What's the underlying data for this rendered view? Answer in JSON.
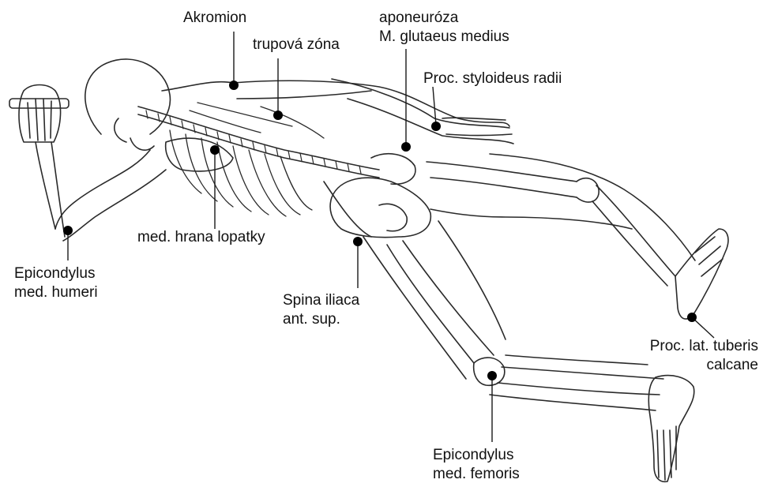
{
  "colors": {
    "ink": "#1a1a1a",
    "line": "#2a2a2a",
    "marker": "#000000",
    "background": "#ffffff"
  },
  "labels": {
    "akromion": "Akromion",
    "trupova_zona": "trupová zóna",
    "aponeuroza_line1": "aponeuróza",
    "aponeuroza_line2": "M. glutaeus medius",
    "proc_styloideus": "Proc. styloideus radii",
    "med_hrana": "med. hrana lopatky",
    "epic_humeri_line1": "Epicondylus",
    "epic_humeri_line2": "med. humeri",
    "spina_line1": "Spina iliaca",
    "spina_line2": "ant. sup.",
    "proc_lat_line1": "Proc. lat. tuberis",
    "proc_lat_line2": "calcane",
    "epic_femoris_line1": "Epicondylus",
    "epic_femoris_line2": "med. femoris"
  },
  "icons": {
    "figure": "skeleton-body-outline-icon",
    "marker": "landmark-dot-icon"
  }
}
